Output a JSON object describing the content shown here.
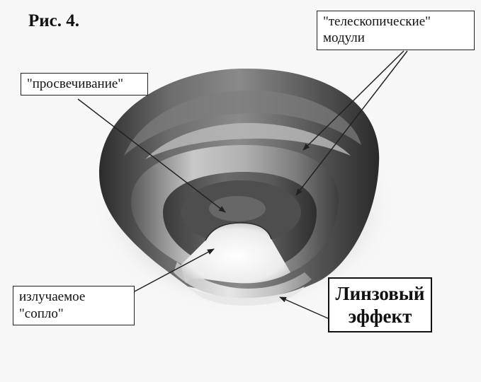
{
  "figure": {
    "title": "Рис. 4."
  },
  "labels": {
    "prosvechivanie": "\"просвечивание\"",
    "teleskopicheskie_line1": "\"телескопические\"",
    "teleskopicheskie_line2": "модули",
    "soplo_line1": "излучаемое",
    "soplo_line2": "\"сопло\"",
    "lens_line1": "Линзовый",
    "lens_line2": "эффект"
  },
  "colors": {
    "outer_cone": "#3a3a3a",
    "ring_light": "#b8b8b8",
    "ring_dark": "#4a4a4a",
    "inner_disc": "#555555",
    "opening": "#f4f4f4",
    "arrow": "#222222"
  }
}
